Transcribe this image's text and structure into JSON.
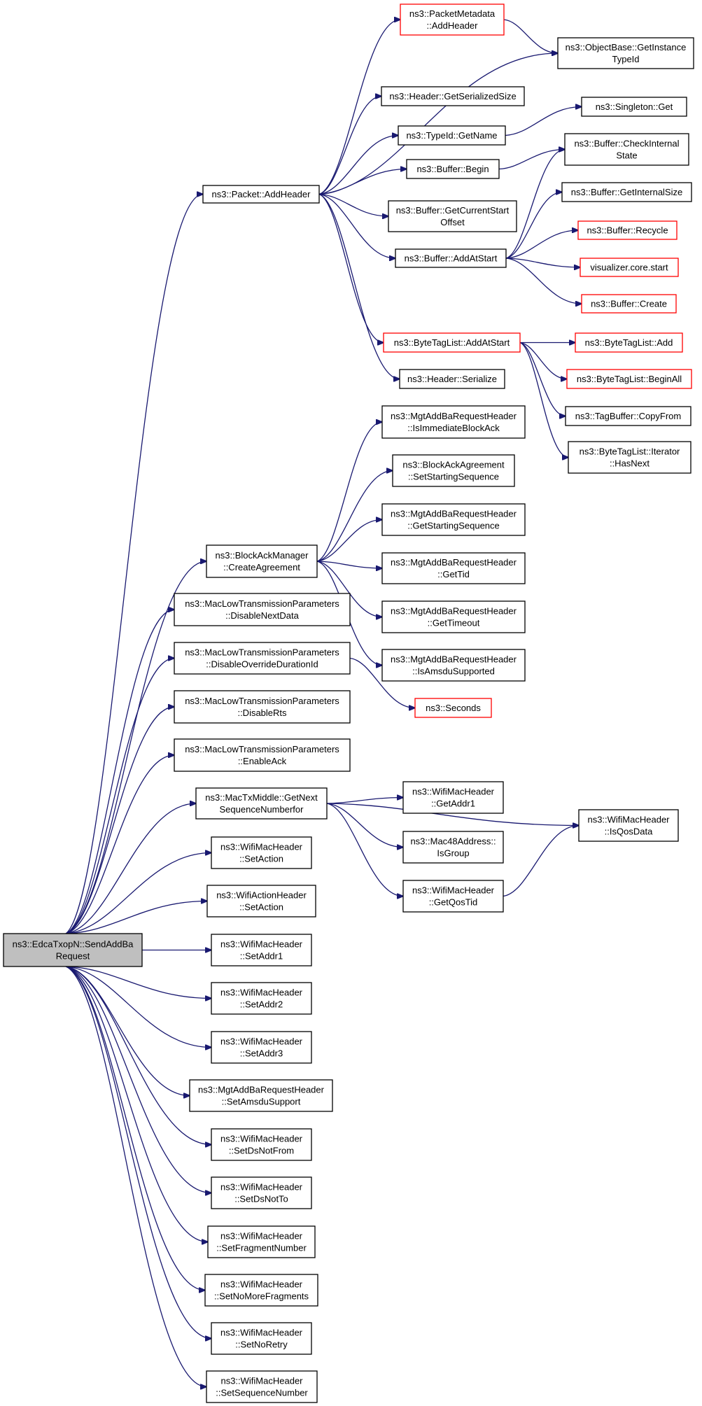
{
  "nodes": [
    {
      "id": "root",
      "lines": [
        "ns3::EdcaTxopN::SendAddBa",
        "Request"
      ],
      "root": true
    },
    {
      "id": "packet_addheader",
      "lines": [
        "ns3::Packet::AddHeader"
      ]
    },
    {
      "id": "pm_addheader",
      "lines": [
        "ns3::PacketMetadata",
        "::AddHeader"
      ],
      "red": true
    },
    {
      "id": "objectbase_gettypeid",
      "lines": [
        "ns3::ObjectBase::GetInstance",
        "TypeId"
      ]
    },
    {
      "id": "header_getserializedsize",
      "lines": [
        "ns3::Header::GetSerializedSize"
      ]
    },
    {
      "id": "typeid_getname",
      "lines": [
        "ns3::TypeId::GetName"
      ]
    },
    {
      "id": "singleton_get",
      "lines": [
        "ns3::Singleton::Get"
      ]
    },
    {
      "id": "buffer_begin",
      "lines": [
        "ns3::Buffer::Begin"
      ]
    },
    {
      "id": "buffer_checkinternalstate",
      "lines": [
        "ns3::Buffer::CheckInternal",
        "State"
      ]
    },
    {
      "id": "buffer_getcurrentstartoffset",
      "lines": [
        "ns3::Buffer::GetCurrentStart",
        "Offset"
      ]
    },
    {
      "id": "buffer_getinternalsize",
      "lines": [
        "ns3::Buffer::GetInternalSize"
      ]
    },
    {
      "id": "buffer_addatstart",
      "lines": [
        "ns3::Buffer::AddAtStart"
      ]
    },
    {
      "id": "buffer_recycle",
      "lines": [
        "ns3::Buffer::Recycle"
      ],
      "red": true
    },
    {
      "id": "visualizer_core_start",
      "lines": [
        "visualizer.core.start"
      ],
      "red": true
    },
    {
      "id": "buffer_create",
      "lines": [
        "ns3::Buffer::Create"
      ],
      "red": true
    },
    {
      "id": "bytetaglist_addatstart",
      "lines": [
        "ns3::ByteTagList::AddAtStart"
      ],
      "red": true
    },
    {
      "id": "bytetaglist_add",
      "lines": [
        "ns3::ByteTagList::Add"
      ],
      "red": true
    },
    {
      "id": "bytetaglist_beginall",
      "lines": [
        "ns3::ByteTagList::BeginAll"
      ],
      "red": true
    },
    {
      "id": "header_serialize",
      "lines": [
        "ns3::Header::Serialize"
      ]
    },
    {
      "id": "tagbuffer_copyfrom",
      "lines": [
        "ns3::TagBuffer::CopyFrom"
      ]
    },
    {
      "id": "bytetaglist_iterator_hasnext",
      "lines": [
        "ns3::ByteTagList::Iterator",
        "::HasNext"
      ]
    },
    {
      "id": "mgt_isimmediateblockack",
      "lines": [
        "ns3::MgtAddBaRequestHeader",
        "::IsImmediateBlockAck"
      ]
    },
    {
      "id": "blockackagreement_setstartingsequence",
      "lines": [
        "ns3::BlockAckAgreement",
        "::SetStartingSequence"
      ]
    },
    {
      "id": "blockackmanager_createagreement",
      "lines": [
        "ns3::BlockAckManager",
        "::CreateAgreement"
      ]
    },
    {
      "id": "mgt_getstartingsequence",
      "lines": [
        "ns3::MgtAddBaRequestHeader",
        "::GetStartingSequence"
      ]
    },
    {
      "id": "mgt_gettid",
      "lines": [
        "ns3::MgtAddBaRequestHeader",
        "::GetTid"
      ]
    },
    {
      "id": "mltp_disablenextdata",
      "lines": [
        "ns3::MacLowTransmissionParameters",
        "::DisableNextData"
      ]
    },
    {
      "id": "mgt_gettimeout",
      "lines": [
        "ns3::MgtAddBaRequestHeader",
        "::GetTimeout"
      ]
    },
    {
      "id": "mltp_disableoverridedurationid",
      "lines": [
        "ns3::MacLowTransmissionParameters",
        "::DisableOverrideDurationId"
      ]
    },
    {
      "id": "mgt_isamsdusupported",
      "lines": [
        "ns3::MgtAddBaRequestHeader",
        "::IsAmsduSupported"
      ]
    },
    {
      "id": "seconds",
      "lines": [
        "ns3::Seconds"
      ],
      "red": true
    },
    {
      "id": "mltp_disablerts",
      "lines": [
        "ns3::MacLowTransmissionParameters",
        "::DisableRts"
      ]
    },
    {
      "id": "mltp_enableack",
      "lines": [
        "ns3::MacLowTransmissionParameters",
        "::EnableAck"
      ]
    },
    {
      "id": "mactxmiddle_getnextsequencenumberfor",
      "lines": [
        "ns3::MacTxMiddle::GetNext",
        "SequenceNumberfor"
      ]
    },
    {
      "id": "wifimacheader_getaddr1",
      "lines": [
        "ns3::WifiMacHeader",
        "::GetAddr1"
      ]
    },
    {
      "id": "wifimacheader_isqosdata",
      "lines": [
        "ns3::WifiMacHeader",
        "::IsQosData"
      ]
    },
    {
      "id": "mac48address_isgroup",
      "lines": [
        "ns3::Mac48Address::",
        "IsGroup"
      ]
    },
    {
      "id": "wifimacheader_setaction",
      "lines": [
        "ns3::WifiMacHeader",
        "::SetAction"
      ]
    },
    {
      "id": "wifimacheader_getqostid",
      "lines": [
        "ns3::WifiMacHeader",
        "::GetQosTid"
      ]
    },
    {
      "id": "wifiactionheader_setaction",
      "lines": [
        "ns3::WifiActionHeader",
        "::SetAction"
      ]
    },
    {
      "id": "wifimacheader_setaddr1",
      "lines": [
        "ns3::WifiMacHeader",
        "::SetAddr1"
      ]
    },
    {
      "id": "wifimacheader_setaddr2",
      "lines": [
        "ns3::WifiMacHeader",
        "::SetAddr2"
      ]
    },
    {
      "id": "wifimacheader_setaddr3",
      "lines": [
        "ns3::WifiMacHeader",
        "::SetAddr3"
      ]
    },
    {
      "id": "mgt_setamsdusupport",
      "lines": [
        "ns3::MgtAddBaRequestHeader",
        "::SetAmsduSupport"
      ]
    },
    {
      "id": "wifimacheader_setdsnotfrom",
      "lines": [
        "ns3::WifiMacHeader",
        "::SetDsNotFrom"
      ]
    },
    {
      "id": "wifimacheader_setdsnotto",
      "lines": [
        "ns3::WifiMacHeader",
        "::SetDsNotTo"
      ]
    },
    {
      "id": "wifimacheader_setfragmentnumber",
      "lines": [
        "ns3::WifiMacHeader",
        "::SetFragmentNumber"
      ]
    },
    {
      "id": "wifimacheader_setnomorefragments",
      "lines": [
        "ns3::WifiMacHeader",
        "::SetNoMoreFragments"
      ]
    },
    {
      "id": "wifimacheader_setnoretry",
      "lines": [
        "ns3::WifiMacHeader",
        "::SetNoRetry"
      ]
    },
    {
      "id": "wifimacheader_setsequencenumber",
      "lines": [
        "ns3::WifiMacHeader",
        "::SetSequenceNumber"
      ]
    }
  ],
  "edges": [
    [
      "root",
      "packet_addheader"
    ],
    [
      "root",
      "blockackmanager_createagreement"
    ],
    [
      "root",
      "mltp_disablenextdata"
    ],
    [
      "root",
      "mltp_disableoverridedurationid"
    ],
    [
      "root",
      "mltp_disablerts"
    ],
    [
      "root",
      "mltp_enableack"
    ],
    [
      "root",
      "mactxmiddle_getnextsequencenumberfor"
    ],
    [
      "root",
      "wifimacheader_setaction"
    ],
    [
      "root",
      "wifiactionheader_setaction"
    ],
    [
      "root",
      "wifimacheader_setaddr1"
    ],
    [
      "root",
      "wifimacheader_setaddr2"
    ],
    [
      "root",
      "wifimacheader_setaddr3"
    ],
    [
      "root",
      "mgt_setamsdusupport"
    ],
    [
      "root",
      "wifimacheader_setdsnotfrom"
    ],
    [
      "root",
      "wifimacheader_setdsnotto"
    ],
    [
      "root",
      "wifimacheader_setfragmentnumber"
    ],
    [
      "root",
      "wifimacheader_setnomorefragments"
    ],
    [
      "root",
      "wifimacheader_setnoretry"
    ],
    [
      "root",
      "wifimacheader_setsequencenumber"
    ],
    [
      "packet_addheader",
      "pm_addheader"
    ],
    [
      "packet_addheader",
      "objectbase_gettypeid"
    ],
    [
      "packet_addheader",
      "header_getserializedsize"
    ],
    [
      "packet_addheader",
      "typeid_getname"
    ],
    [
      "packet_addheader",
      "buffer_begin"
    ],
    [
      "packet_addheader",
      "buffer_getcurrentstartoffset"
    ],
    [
      "packet_addheader",
      "buffer_addatstart"
    ],
    [
      "packet_addheader",
      "bytetaglist_addatstart"
    ],
    [
      "packet_addheader",
      "header_serialize"
    ],
    [
      "pm_addheader",
      "objectbase_gettypeid"
    ],
    [
      "typeid_getname",
      "singleton_get"
    ],
    [
      "buffer_begin",
      "buffer_checkinternalstate"
    ],
    [
      "buffer_addatstart",
      "buffer_checkinternalstate"
    ],
    [
      "buffer_addatstart",
      "buffer_getinternalsize"
    ],
    [
      "buffer_addatstart",
      "buffer_recycle"
    ],
    [
      "buffer_addatstart",
      "visualizer_core_start"
    ],
    [
      "buffer_addatstart",
      "buffer_create"
    ],
    [
      "bytetaglist_addatstart",
      "bytetaglist_add"
    ],
    [
      "bytetaglist_addatstart",
      "bytetaglist_beginall"
    ],
    [
      "bytetaglist_addatstart",
      "tagbuffer_copyfrom"
    ],
    [
      "bytetaglist_addatstart",
      "bytetaglist_iterator_hasnext"
    ],
    [
      "blockackmanager_createagreement",
      "mgt_isimmediateblockack"
    ],
    [
      "blockackmanager_createagreement",
      "blockackagreement_setstartingsequence"
    ],
    [
      "blockackmanager_createagreement",
      "mgt_getstartingsequence"
    ],
    [
      "blockackmanager_createagreement",
      "mgt_gettid"
    ],
    [
      "blockackmanager_createagreement",
      "mgt_gettimeout"
    ],
    [
      "blockackmanager_createagreement",
      "mgt_isamsdusupported"
    ],
    [
      "mltp_disableoverridedurationid",
      "seconds"
    ],
    [
      "mactxmiddle_getnextsequencenumberfor",
      "wifimacheader_getaddr1"
    ],
    [
      "mactxmiddle_getnextsequencenumberfor",
      "wifimacheader_isqosdata"
    ],
    [
      "mactxmiddle_getnextsequencenumberfor",
      "mac48address_isgroup"
    ],
    [
      "mactxmiddle_getnextsequencenumberfor",
      "wifimacheader_getqostid"
    ],
    [
      "wifimacheader_getqostid",
      "wifimacheader_isqosdata"
    ]
  ],
  "colors": {
    "edge": "#191970",
    "box_border": "#000000",
    "box_border_external": "#ff0000",
    "root_fill": "#bfbfbf",
    "box_fill": "#ffffff"
  }
}
